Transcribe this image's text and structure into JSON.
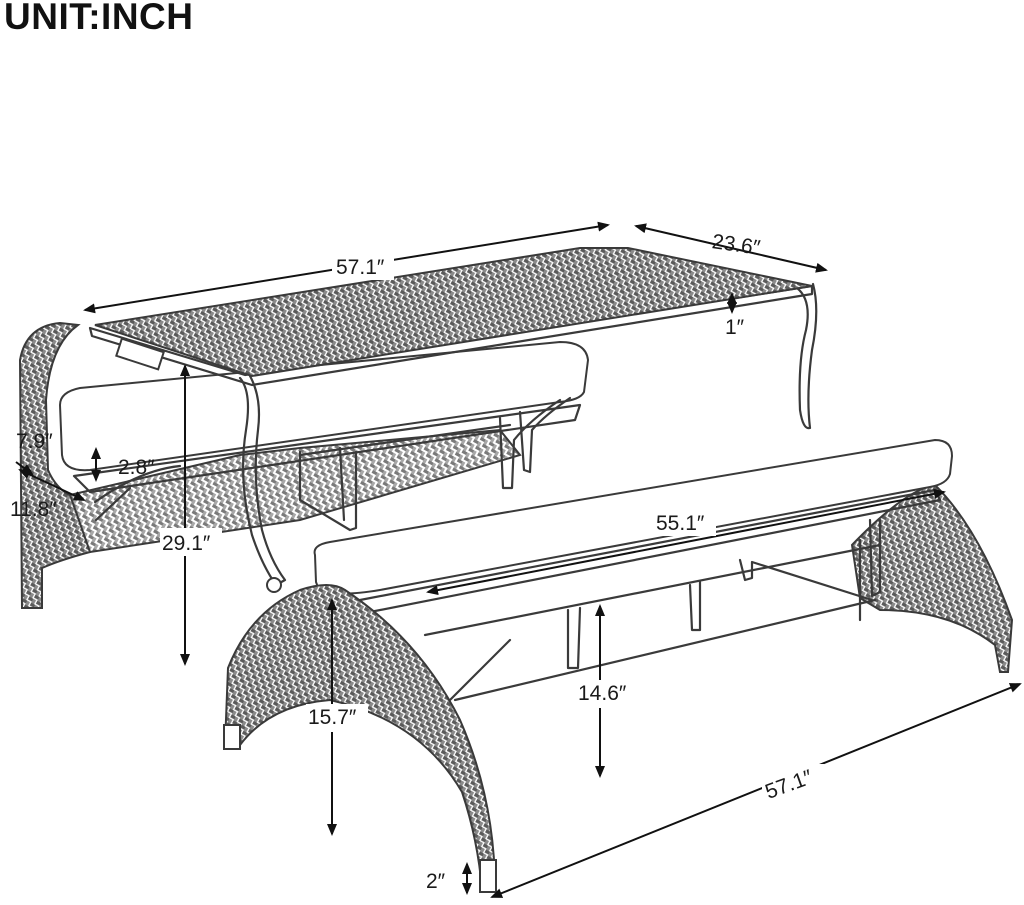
{
  "unit_label": "UNIT:INCH",
  "colors": {
    "line": "#3a3a3a",
    "arrow": "#111111",
    "background": "#ffffff"
  },
  "dimensions": {
    "table_length": "57.1″",
    "table_width": "23.6″",
    "table_thickness": "1″",
    "back_height": "7.9″",
    "back_gap": "2.8″",
    "back_depth": "11.8″",
    "table_height": "29.1″",
    "cushion_length": "55.1″",
    "seat_height": "14.6″",
    "leg_height": "15.7″",
    "bench_length": "57.1″",
    "foot_height": "2″"
  }
}
